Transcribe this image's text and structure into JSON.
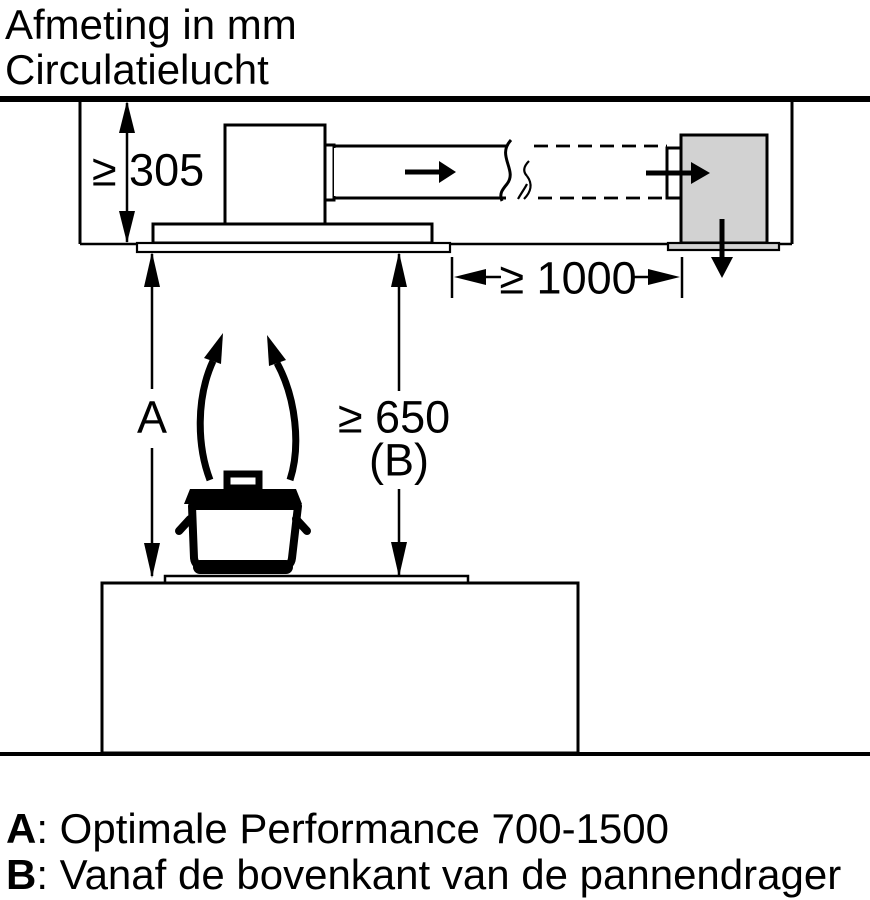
{
  "title": {
    "line1": "Afmeting in mm",
    "line2": "Circulatielucht"
  },
  "dimensions": {
    "plenum_height": "≥ 305",
    "duct_clearance": "≥ 1000",
    "hood_height": "A",
    "hob_distance": "≥ 650",
    "hob_distance_ref": "(B)"
  },
  "legend": {
    "items": [
      {
        "key": "A",
        "text": ": Optimale Performance 700-1500"
      },
      {
        "key": "B",
        "text": ": Vanaf de bovenkant van de pannendrager"
      }
    ]
  },
  "colors": {
    "line": "#000000",
    "outlet_fill": "#d2d2d2",
    "background": "#ffffff"
  }
}
